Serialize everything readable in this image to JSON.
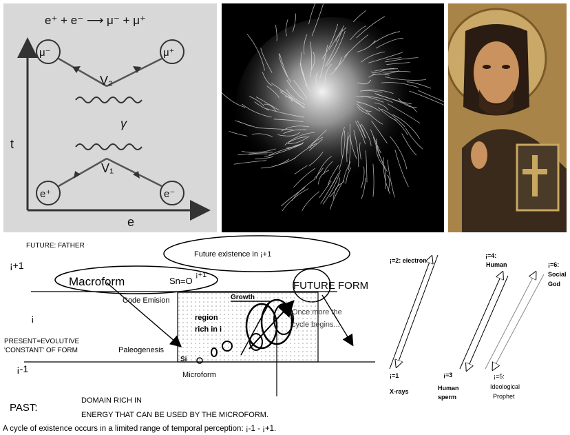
{
  "feynman": {
    "reaction": "e⁺ + e⁻ ⟶ μ⁻ + μ⁺",
    "particles": {
      "mu_minus": "μ⁻",
      "mu_plus": "μ⁺",
      "e_plus": "e⁺",
      "e_minus": "e⁻"
    },
    "vertex_top": "V₂",
    "vertex_bottom": "V₁",
    "photon": "γ",
    "axis_t": "t",
    "axis_e": "e"
  },
  "labels": {
    "future_father": "FUTURE: FATHER",
    "future_existence": "Future existence in ¡+1",
    "i_plus": "¡+1",
    "i_zero": "¡",
    "i_minus": "¡-1",
    "macroform": "Macroform",
    "sn": "Sn=O",
    "sn_sup": "¡+1",
    "future_form": "FUTURE FORM",
    "code_emision": "Code Emision",
    "growth": "Growth",
    "region_line1": "region",
    "region_line2": "rich in i",
    "once_more_1": "Once more the",
    "once_more_2": "cycle begins...",
    "present_1": "PRESENT=EVOLUTIVE",
    "present_2": "'CONSTANT' OF FORM",
    "paleogenesis": "Paleogenesis",
    "si": "Si",
    "microform": "Microform",
    "past": "PAST:",
    "domain_1": "DOMAIN RICH IN",
    "domain_2": "ENERGY THAT CAN BE USED BY THE MICROFORM.",
    "footer": "A cycle of existence occurs in a limited range of temporal perception: ¡-1 - ¡+1."
  },
  "scales": {
    "s2": "¡=2: electron",
    "s4": "¡=4:",
    "s4b": "Human",
    "s6": "¡=6:",
    "s6b": "Social",
    "s6c": "God",
    "s1": "¡=1",
    "s1b": "X-rays",
    "s3": "¡=3",
    "s3b": "Human",
    "s3c": "sperm",
    "s5": "¡=5:",
    "s5b": "Ideological",
    "s5c": "Prophet"
  }
}
